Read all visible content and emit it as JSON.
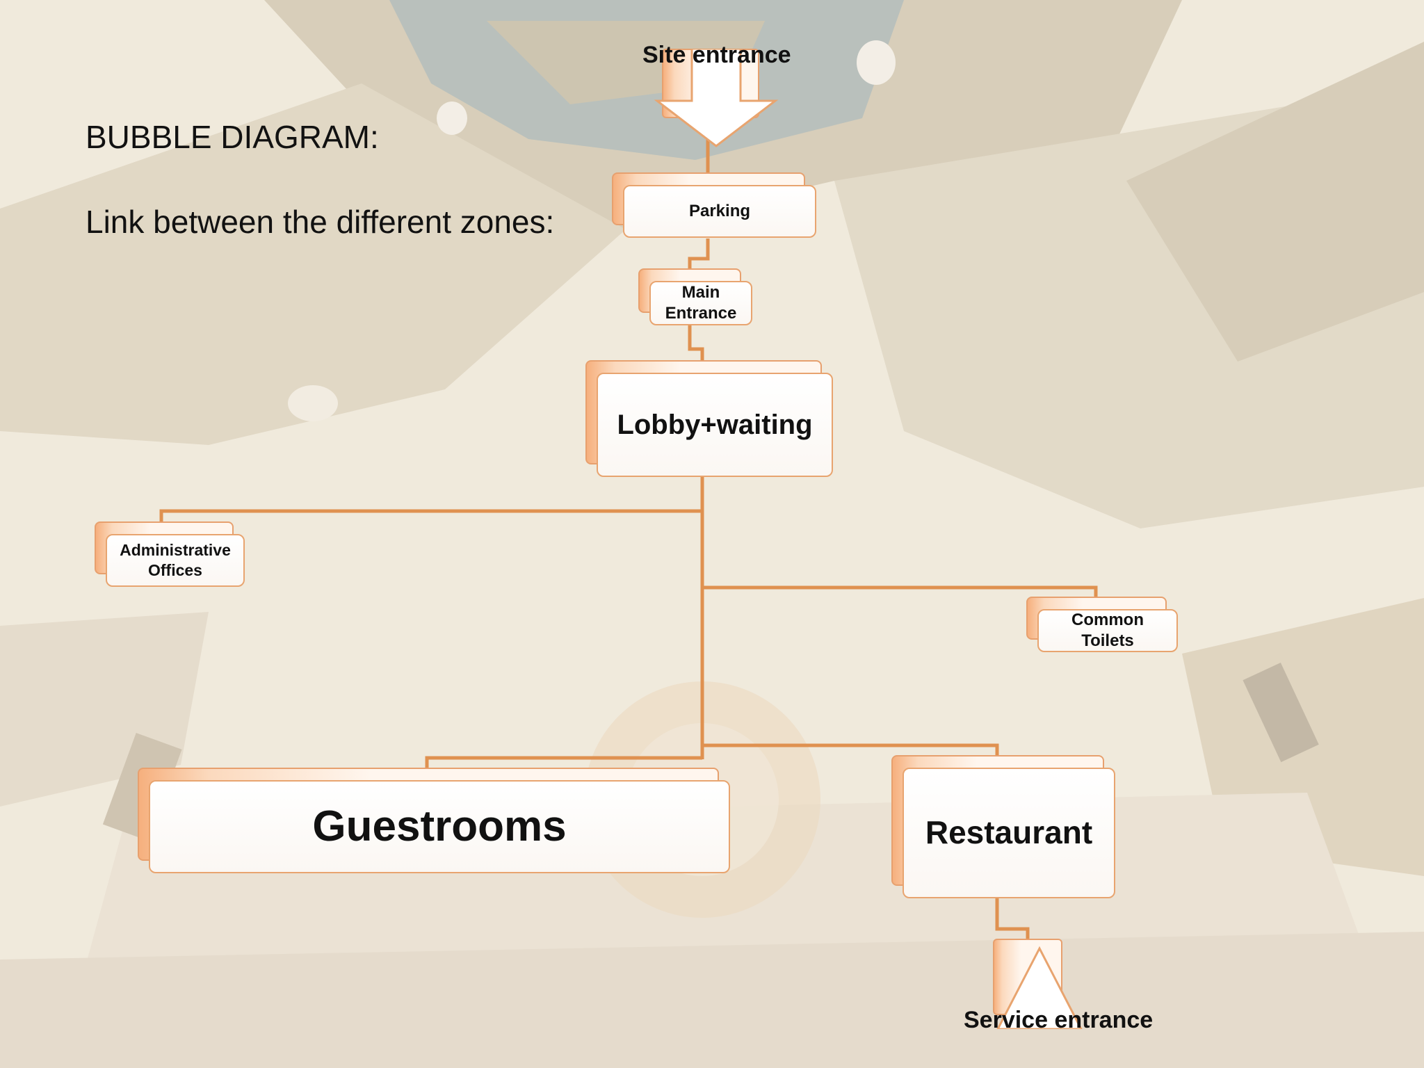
{
  "heading": "BUBBLE DIAGRAM:",
  "subheading": "Link between the different zones:",
  "site_entrance": "Site entrance",
  "service_entrance": "Service entrance",
  "nodes": {
    "parking": "Parking",
    "main_entrance": "Main\nEntrance",
    "lobby": "Lobby+waiting",
    "admin": "Administrative\nOffices",
    "toilets": "Common\nToilets",
    "guestrooms": "Guestrooms",
    "restaurant": "Restaurant"
  },
  "colors": {
    "connector": "#df9150",
    "node_border": "#e8a46f",
    "node_shade": "#f6b07e"
  }
}
